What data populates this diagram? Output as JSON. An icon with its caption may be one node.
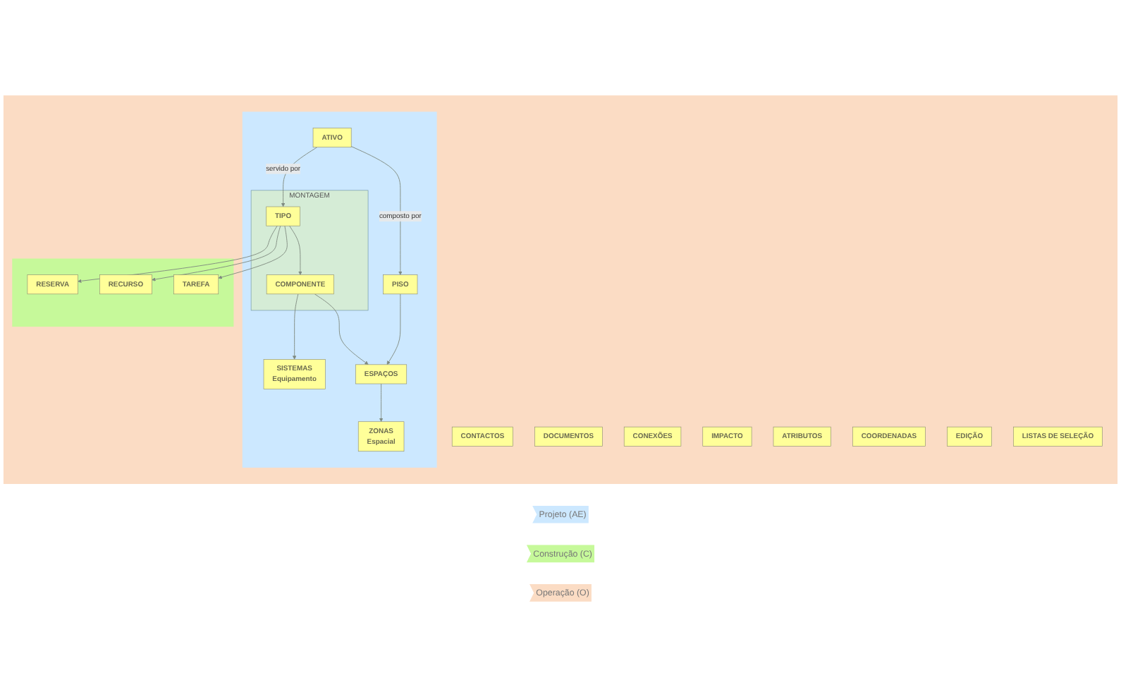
{
  "diagram": {
    "nodes": [
      {
        "text": [],
        "shape": "box"
      },
      {
        "text": [
          "CONTACTOS"
        ],
        "in": 0
      },
      {
        "text": [
          "DOCUMENTOS"
        ],
        "in": 0
      },
      {
        "text": [],
        "shape": "box",
        "in": 0
      },
      {
        "text": [
          "ATIVO"
        ],
        "in": 3
      },
      {
        "text": [
          "PISO"
        ],
        "in": 3
      },
      {
        "text": [
          "MONTAGEM"
        ],
        "in": 3
      },
      {
        "text": [
          "TIPO"
        ],
        "in": 6
      },
      {
        "text": [
          "ESPAÇOS"
        ],
        "in": 3
      },
      {
        "text": [
          "COMPONENTE"
        ],
        "in": 6
      },
      {
        "text": [
          "ZONAS",
          "Espacial"
        ],
        "in": 3
      },
      {
        "text": [
          "SISTEMAS",
          "Equipamento"
        ],
        "in": 3
      },
      {
        "text": [],
        "shape": "box",
        "in": 0
      },
      {
        "text": [
          "TAREFA"
        ],
        "in": 12
      },
      {
        "text": [
          "RECURSO"
        ],
        "in": 12
      },
      {
        "text": [
          "RESERVA"
        ],
        "in": 12
      },
      {
        "text": [
          "CONEXÕES"
        ],
        "in": 0
      },
      {
        "text": [
          "IMPACTO"
        ],
        "in": 0
      },
      {
        "text": [
          "ATRIBUTOS"
        ],
        "in": 0
      },
      {
        "text": [
          "COORDENADAS"
        ],
        "in": 0
      },
      {
        "text": [
          "EDIÇÃO"
        ],
        "in": 0
      },
      {
        "text": [
          "LISTAS DE SELEÇÃO"
        ],
        "in": 0
      },
      {
        "text": [
          "Projeto (AE)"
        ]
      },
      {
        "text": [
          "Construção (C)"
        ]
      },
      {
        "text": [
          "Operação (O)"
        ]
      }
    ],
    "edges": [
      {
        "from": 4,
        "to": 5,
        "arrow": "to",
        "label": "composto por"
      },
      {
        "from": 4,
        "to": 7,
        "arrow": "to",
        "label": "servido por"
      },
      {
        "from": 5,
        "to": 8,
        "arrow": "to"
      },
      {
        "from": 7,
        "to": 9,
        "arrow": "to"
      },
      {
        "from": 9,
        "to": 8,
        "arrow": "to"
      },
      {
        "from": 9,
        "to": 11,
        "arrow": "to"
      },
      {
        "from": 8,
        "to": 10,
        "arrow": "to"
      },
      {
        "from": 7,
        "to": 13,
        "arrow": "to"
      },
      {
        "from": 7,
        "to": 14,
        "arrow": "to"
      },
      {
        "from": 7,
        "to": 15,
        "arrow": "to"
      }
    ]
  }
}
